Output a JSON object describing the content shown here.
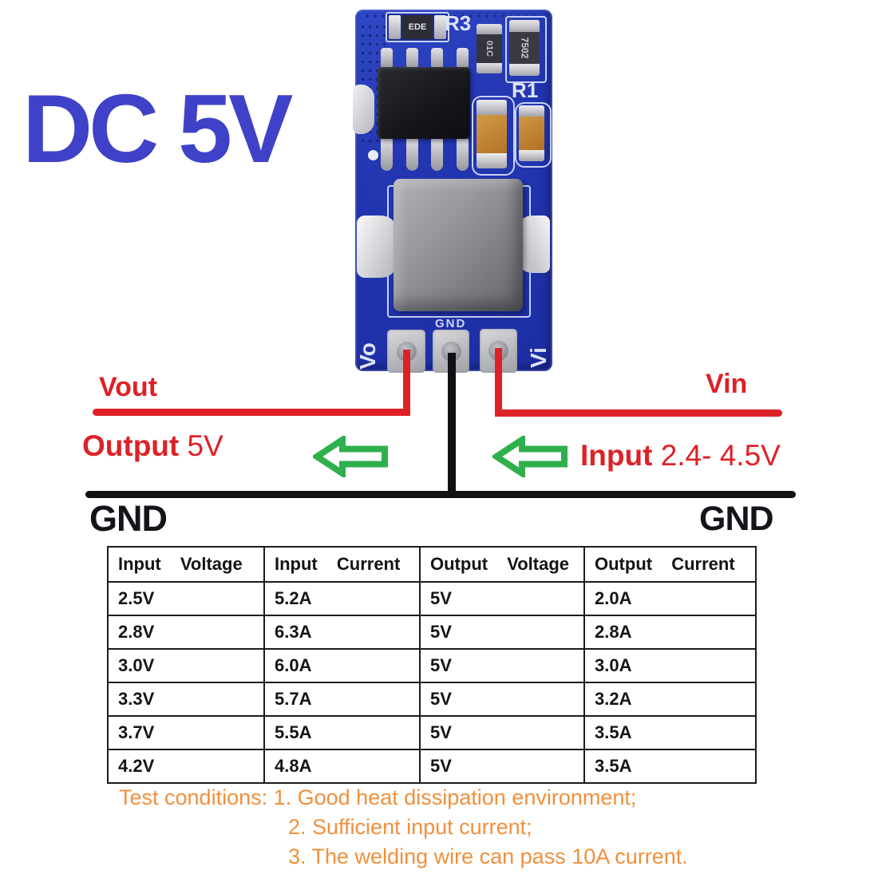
{
  "title": {
    "label": "DC 5V"
  },
  "pcb": {
    "silkscreen": {
      "r3": "R3",
      "r1": "R1",
      "gnd": "GND",
      "vo": "Vo",
      "vi": "Vi"
    },
    "markings": {
      "small_inductor": "EDE",
      "resistor_a": "01C",
      "resistor_b": "7502"
    }
  },
  "annotations": {
    "vout_label": "Vout",
    "vin_label": "Vin",
    "output_word": "Output",
    "output_value": "5V",
    "input_word": "Input",
    "input_value": "2.4- 4.5V",
    "gnd_left": "GND",
    "gnd_right": "GND"
  },
  "table": {
    "headers": [
      "Input Voltage",
      "Input Current",
      "Output Voltage",
      "Output Current"
    ],
    "rows": [
      [
        "2.5V",
        "5.2A",
        "5V",
        "2.0A"
      ],
      [
        "2.8V",
        "6.3A",
        "5V",
        "2.8A"
      ],
      [
        "3.0V",
        "6.0A",
        "5V",
        "3.0A"
      ],
      [
        "3.3V",
        "5.7A",
        "5V",
        "3.2A"
      ],
      [
        "3.7V",
        "5.5A",
        "5V",
        "3.5A"
      ],
      [
        "4.2V",
        "4.8A",
        "5V",
        "3.5A"
      ]
    ]
  },
  "notes": {
    "line1": "Test conditions: 1. Good heat dissipation environment;",
    "line2": "2. Sufficient input current;",
    "line3": "3. The welding wire can pass 10A current."
  },
  "colors": {
    "title_blue": "#3f42c8",
    "pcb_blue": "#2336b2",
    "red": "#dd2227",
    "green": "#2fb04d",
    "orange": "#f0903c"
  }
}
